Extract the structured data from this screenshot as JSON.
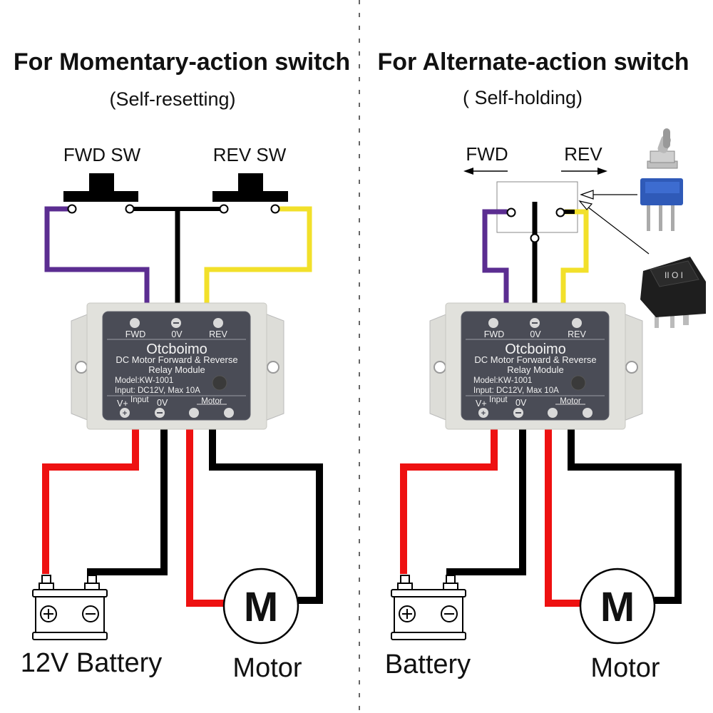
{
  "panels": [
    {
      "title": "For Momentary-action switch",
      "subtitle": "(Self-resetting)",
      "switch_labels": [
        "FWD SW",
        "REV SW"
      ],
      "battery_label": "12V Battery",
      "motor_label": "Motor",
      "motor_symbol": "M"
    },
    {
      "title": "For Alternate-action switch",
      "subtitle": "( Self-holding)",
      "switch_labels": [
        "FWD",
        "REV"
      ],
      "battery_label": "Battery",
      "motor_label": "Motor",
      "motor_symbol": "M",
      "switch_examples": [
        "toggle-switch",
        "rocker-switch"
      ]
    }
  ],
  "module": {
    "top_terminals": [
      "FWD",
      "0V",
      "REV"
    ],
    "brand": "Otcboimo",
    "line1": "DC Motor Forward & Reverse",
    "line2": "Relay Module",
    "model": "Model:KW-1001",
    "input": "Input: DC12V, Max 10A",
    "bottom_v": "V+",
    "bottom_input": "Input",
    "bottom_0v": "0V",
    "bottom_motor": "Motor"
  },
  "wire_colors": {
    "fwd": "#5b2d91",
    "rev": "#f2e02a",
    "positive": "#ee1111",
    "ground": "#000000"
  }
}
